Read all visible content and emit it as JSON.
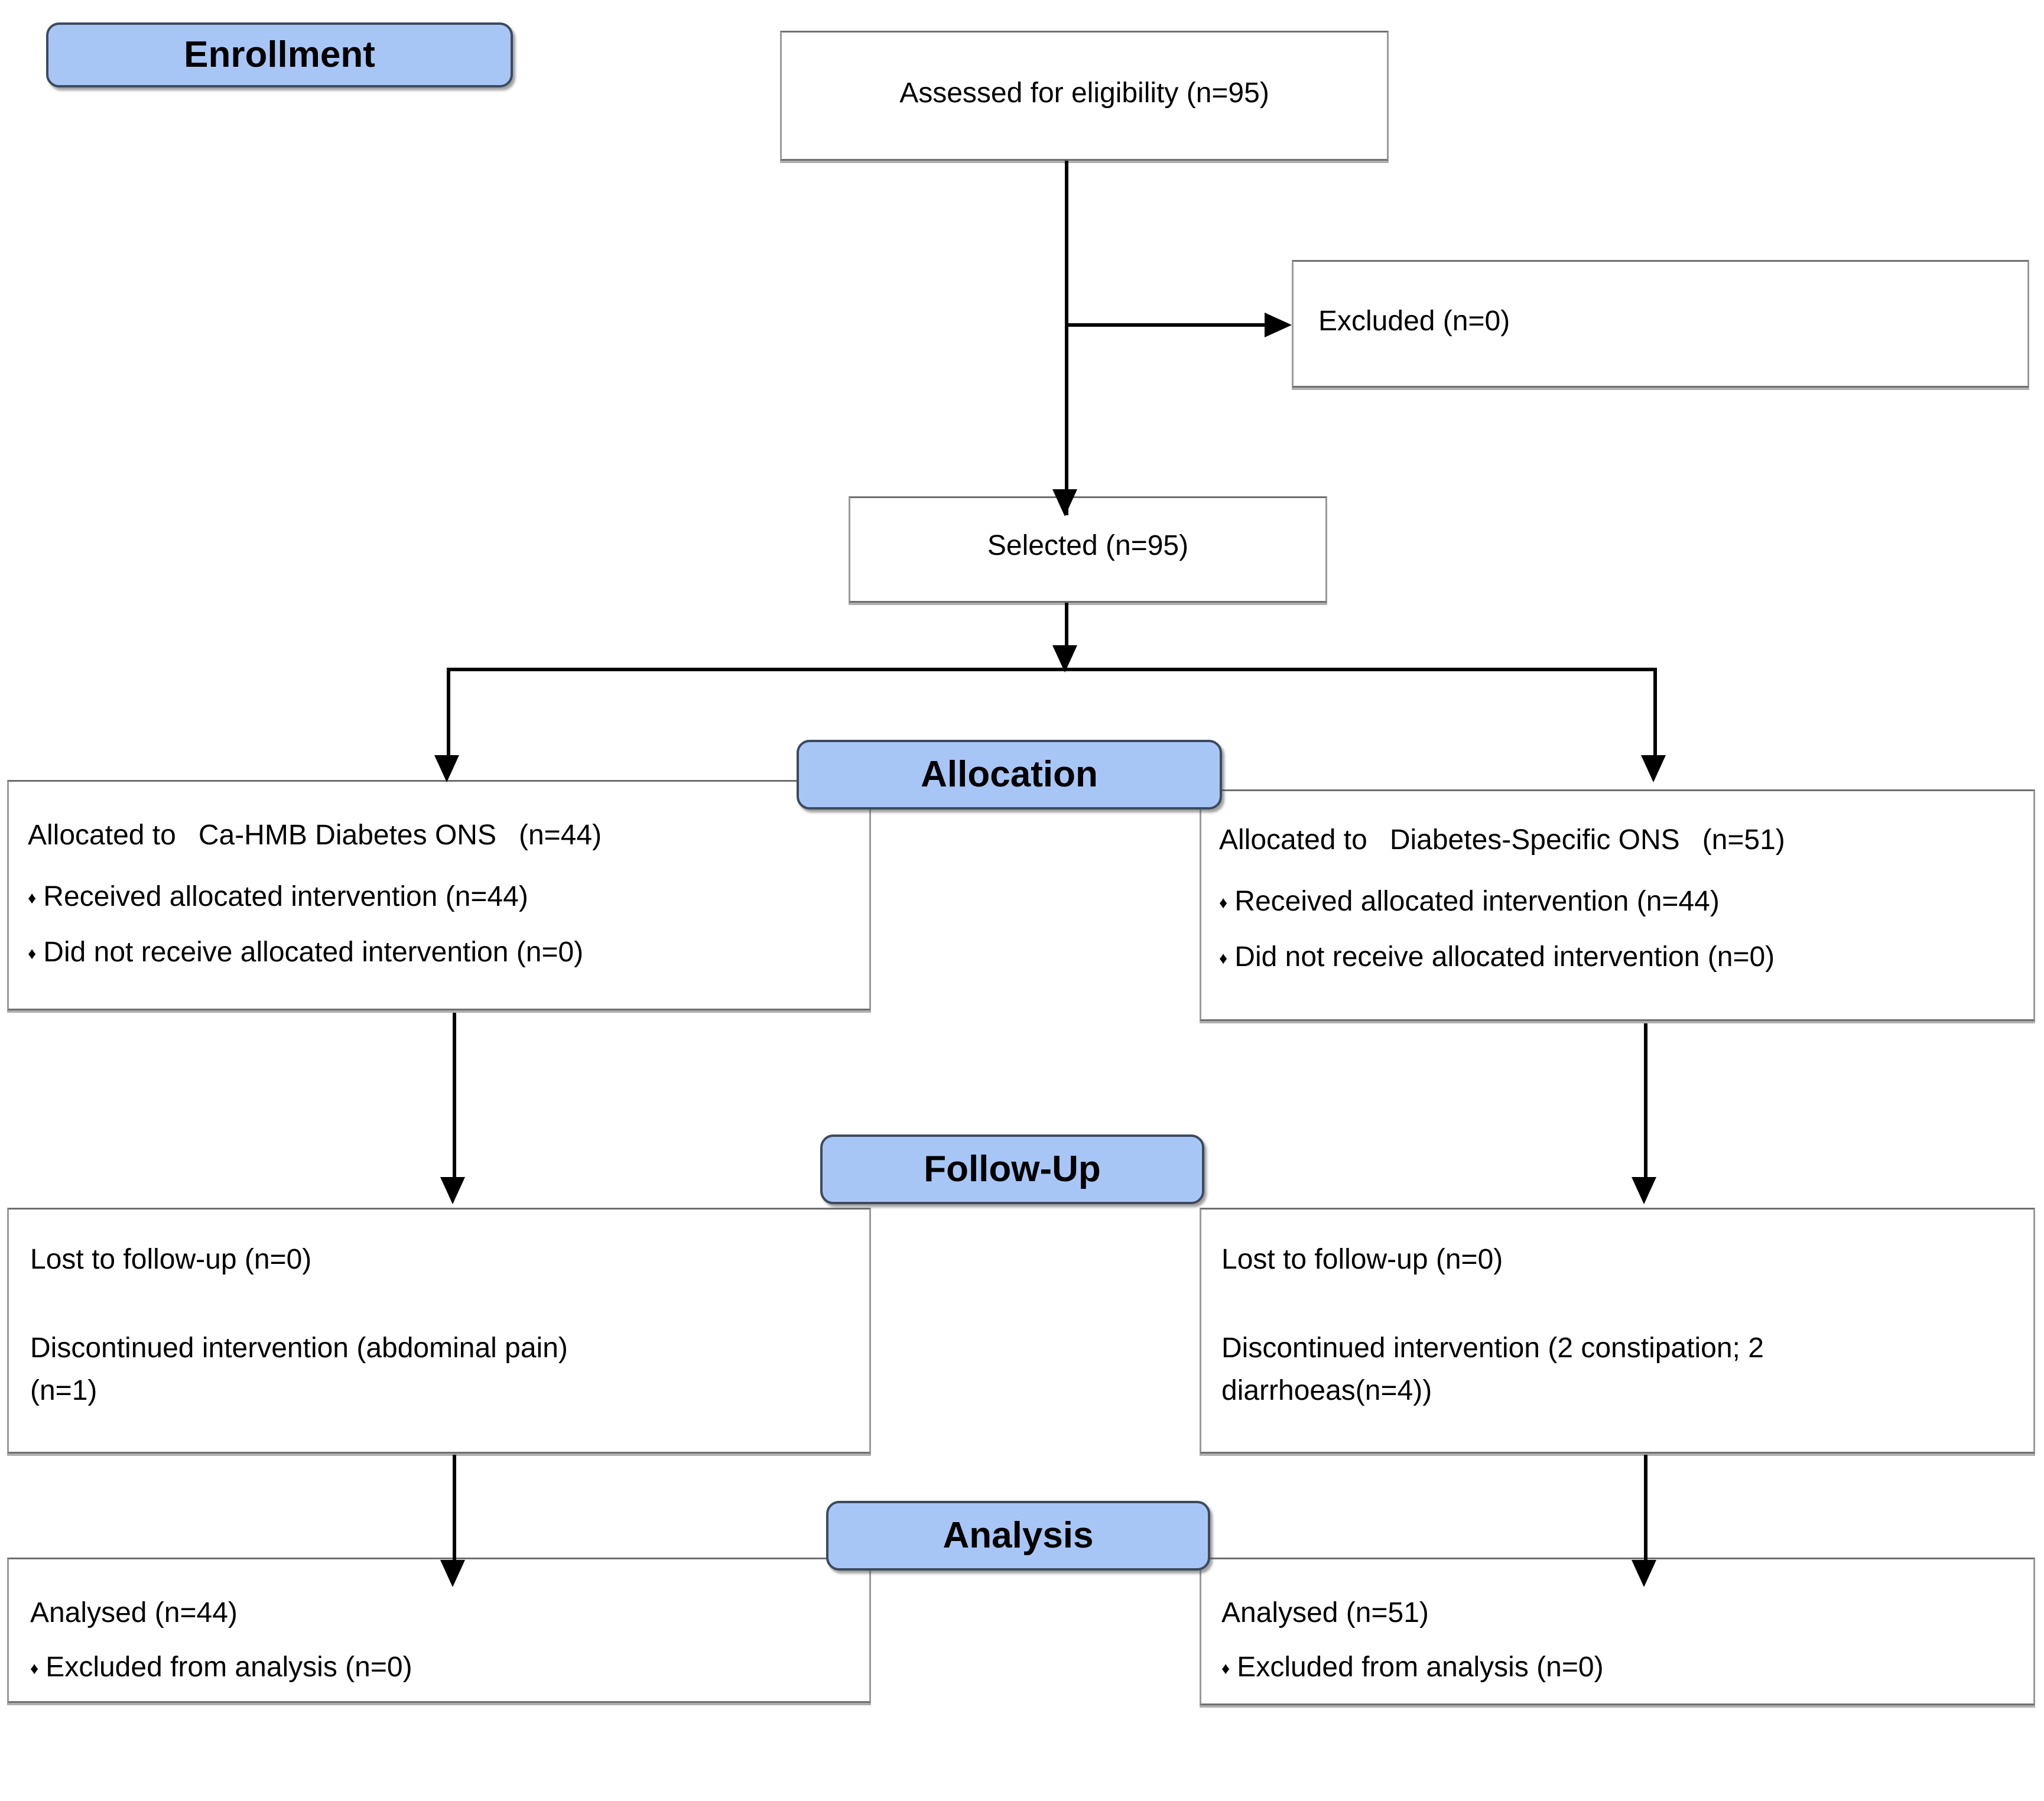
{
  "diagram": {
    "title": "CONSORT participant flow diagram",
    "accent_blue": "#a8c6f5",
    "badge_border": "#3c4a5e",
    "box_border": "#9a9a9a",
    "bullet_glyph": "♦"
  },
  "stages": {
    "enrollment": "Enrollment",
    "allocation": "Allocation",
    "followup": "Follow-Up",
    "analysis": "Analysis"
  },
  "enrollment": {
    "assessed": "Assessed for eligibility (n=95)",
    "excluded": "Excluded (n=0)",
    "selected": "Selected (n=95)"
  },
  "allocation": {
    "left": {
      "heading_prefix": "Allocated to",
      "heading_arm": "Ca-HMB Diabetes ONS",
      "heading_n": "(n=44)",
      "bullets": [
        "Received allocated intervention (n=44)",
        "Did not receive allocated intervention (n=0)"
      ]
    },
    "right": {
      "heading_prefix": "Allocated to",
      "heading_arm": "Diabetes-Specific ONS",
      "heading_n": "(n=51)",
      "bullets": [
        "Received allocated intervention (n=44)",
        "Did not receive allocated intervention (n=0)"
      ]
    }
  },
  "followup": {
    "left": {
      "lost": "Lost to follow-up (n=0)",
      "discontinued": "Discontinued intervention (abdominal pain)",
      "discontinued_n": "(n=1)"
    },
    "right": {
      "lost": "Lost to follow-up (n=0)",
      "discontinued": "Discontinued intervention (2 constipation; 2",
      "discontinued_n": "diarrhoeas(n=4))"
    }
  },
  "analysis": {
    "left": {
      "analysed": "Analysed (n=44)",
      "bullets": [
        "Excluded from analysis (n=0)"
      ]
    },
    "right": {
      "analysed": "Analysed (n=51)",
      "bullets": [
        "Excluded from analysis (n=0)"
      ]
    }
  }
}
